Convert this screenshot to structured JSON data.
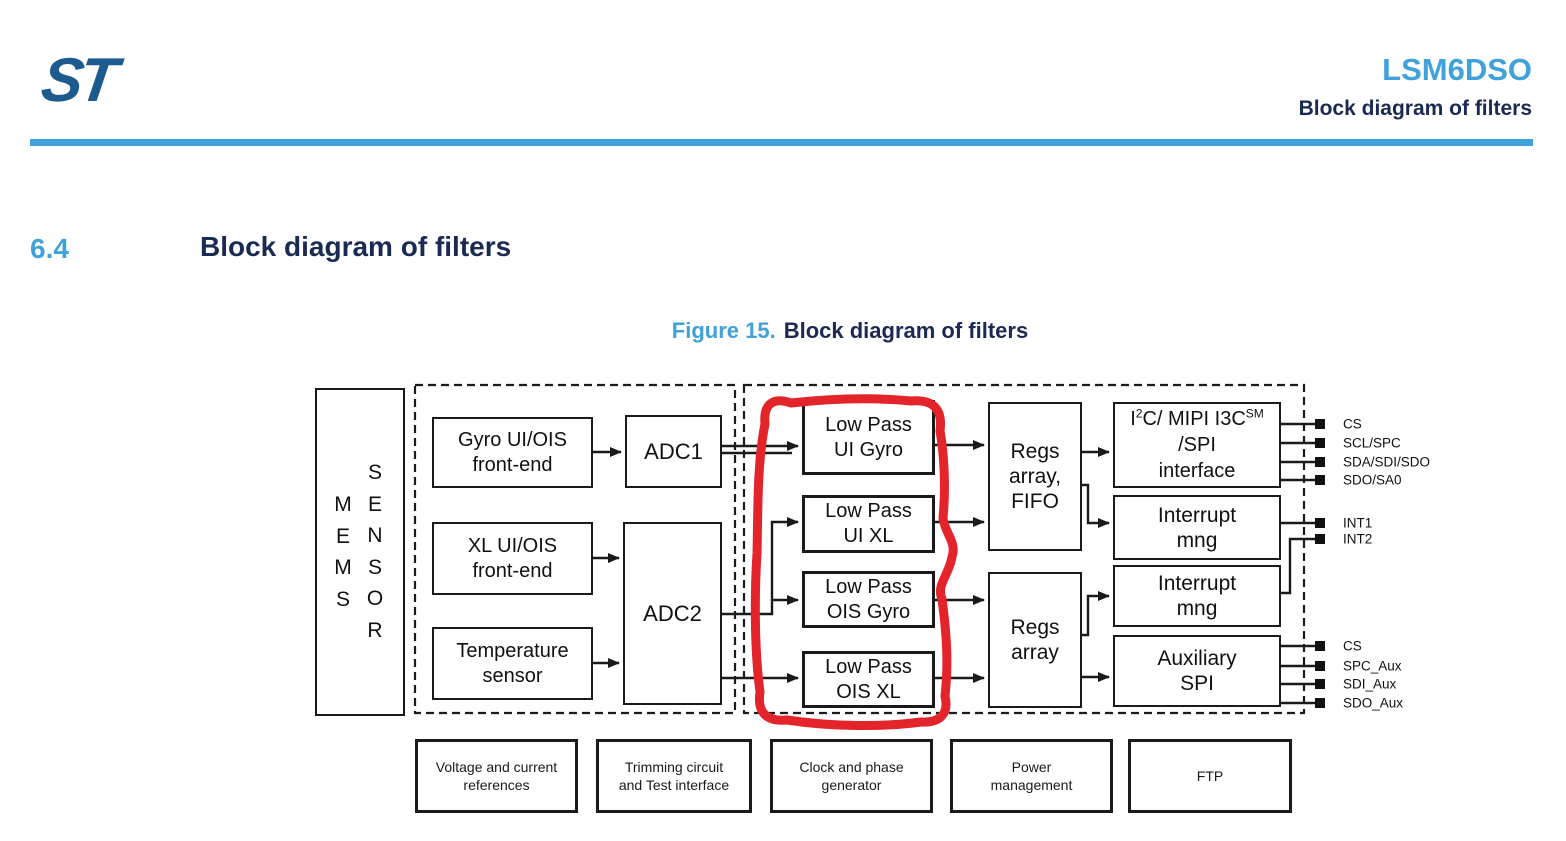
{
  "page": {
    "logo_text": "ST",
    "product": "LSM6DSO",
    "header_subtitle": "Block diagram of filters",
    "section_number": "6.4",
    "section_title": "Block diagram of filters",
    "figure_label": "Figure 15.",
    "figure_title": "Block diagram of filters"
  },
  "colors": {
    "accent": "#3fa2d9",
    "navy": "#1a2a52",
    "red": "#e3242a",
    "logo": "#1d5a8e",
    "wire": "#1a1a1a"
  },
  "diagram": {
    "mems": {
      "col1": [
        "M",
        "E",
        "M",
        "S"
      ],
      "col2": [
        "S",
        "E",
        "N",
        "S",
        "O",
        "R"
      ]
    },
    "blocks": {
      "gyro_fe": {
        "line1": "Gyro UI/OIS",
        "line2": "front-end"
      },
      "xl_fe": {
        "line1": "XL UI/OIS",
        "line2": "front-end"
      },
      "temp": {
        "line1": "Temperature",
        "line2": "sensor"
      },
      "adc1": {
        "line1": "ADC1"
      },
      "adc2": {
        "line1": "ADC2"
      },
      "lp_ui_gyro": {
        "line1": "Low Pass",
        "line2": "UI Gyro"
      },
      "lp_ui_xl": {
        "line1": "Low Pass",
        "line2": "UI XL"
      },
      "lp_ois_gyro": {
        "line1": "Low Pass",
        "line2": "OIS Gyro"
      },
      "lp_ois_xl": {
        "line1": "Low Pass",
        "line2": "OIS XL"
      },
      "regs_fifo": {
        "line1": "Regs",
        "line2": "array,",
        "line3": "FIFO"
      },
      "regs_array": {
        "line1": "Regs",
        "line2": "array"
      },
      "i2c": {
        "t1": "I",
        "sup1": "2",
        "t2": "C/ MIPI I3C",
        "sup2": "SM",
        "line2": "/SPI",
        "line3": "interface"
      },
      "int_mng1": {
        "line1": "Interrupt",
        "line2": "mng"
      },
      "int_mng2": {
        "line1": "Interrupt",
        "line2": "mng"
      },
      "aux_spi": {
        "line1": "Auxiliary",
        "line2": "SPI"
      }
    },
    "pins_ui": [
      "CS",
      "SCL/SPC",
      "SDA/SDI/SDO",
      "SDO/SA0"
    ],
    "pins_int": [
      "INT1",
      "INT2"
    ],
    "pins_aux": [
      "CS",
      "SPC_Aux",
      "SDI_Aux",
      "SDO_Aux"
    ],
    "bottom_row": [
      {
        "line1": "Voltage and current",
        "line2": "references"
      },
      {
        "line1": "Trimming circuit",
        "line2": "and Test interface"
      },
      {
        "line1": "Clock and phase",
        "line2": "generator"
      },
      {
        "line1": "Power",
        "line2": "management"
      },
      {
        "line1": "FTP"
      }
    ]
  }
}
